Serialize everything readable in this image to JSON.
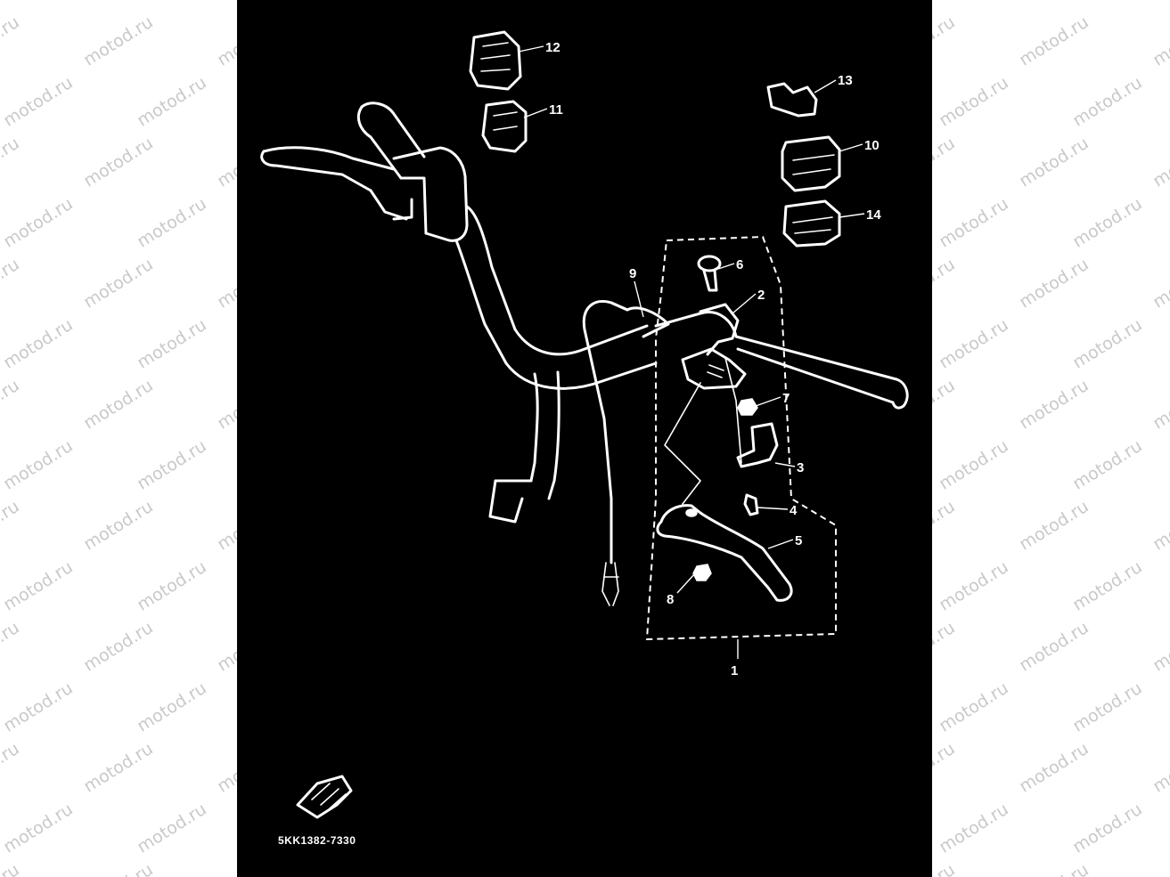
{
  "watermark": {
    "text": "motod.ru",
    "color": "#c9c9c9"
  },
  "panel": {
    "background": "#000000",
    "line_color": "#ffffff"
  },
  "diagram_code": "5KK1382-7330",
  "callouts": [
    {
      "id": "1",
      "part": "lever-assembly-group"
    },
    {
      "id": "2",
      "part": "lever-holder"
    },
    {
      "id": "3",
      "part": "lever-holder-clamp"
    },
    {
      "id": "4",
      "part": "clamp-bolt"
    },
    {
      "id": "5",
      "part": "brake-lever"
    },
    {
      "id": "6",
      "part": "lever-pivot-bolt"
    },
    {
      "id": "7",
      "part": "pivot-nut"
    },
    {
      "id": "8",
      "part": "lever-nut"
    },
    {
      "id": "9",
      "part": "brake-switch-cable"
    },
    {
      "id": "10",
      "part": "switch-block-right"
    },
    {
      "id": "11",
      "part": "switch-block-left-lower"
    },
    {
      "id": "12",
      "part": "switch-block-left-upper"
    },
    {
      "id": "13",
      "part": "switch-cover"
    },
    {
      "id": "14",
      "part": "switch-block-alt"
    }
  ]
}
